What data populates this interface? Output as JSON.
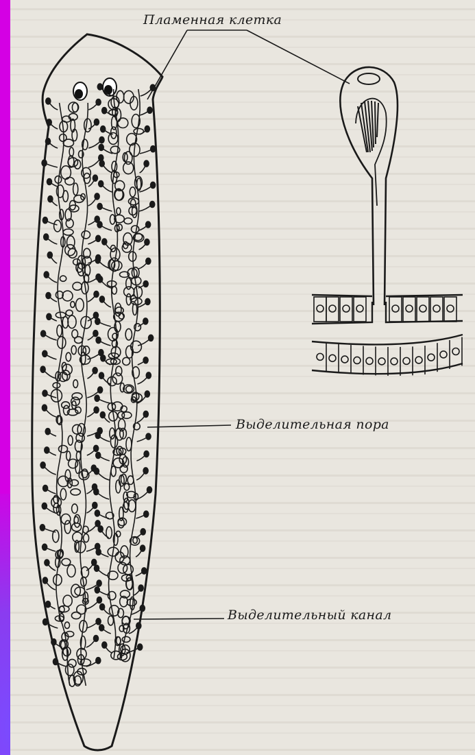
{
  "labels": {
    "flame_cell": "Пламенная клетка",
    "excretory_pore": "Выделительная пора",
    "excretory_canal": "Выделительный канал"
  },
  "colors": {
    "background": "#d000e0",
    "paper": "#e9e6df",
    "ink": "#1a1a1a"
  }
}
